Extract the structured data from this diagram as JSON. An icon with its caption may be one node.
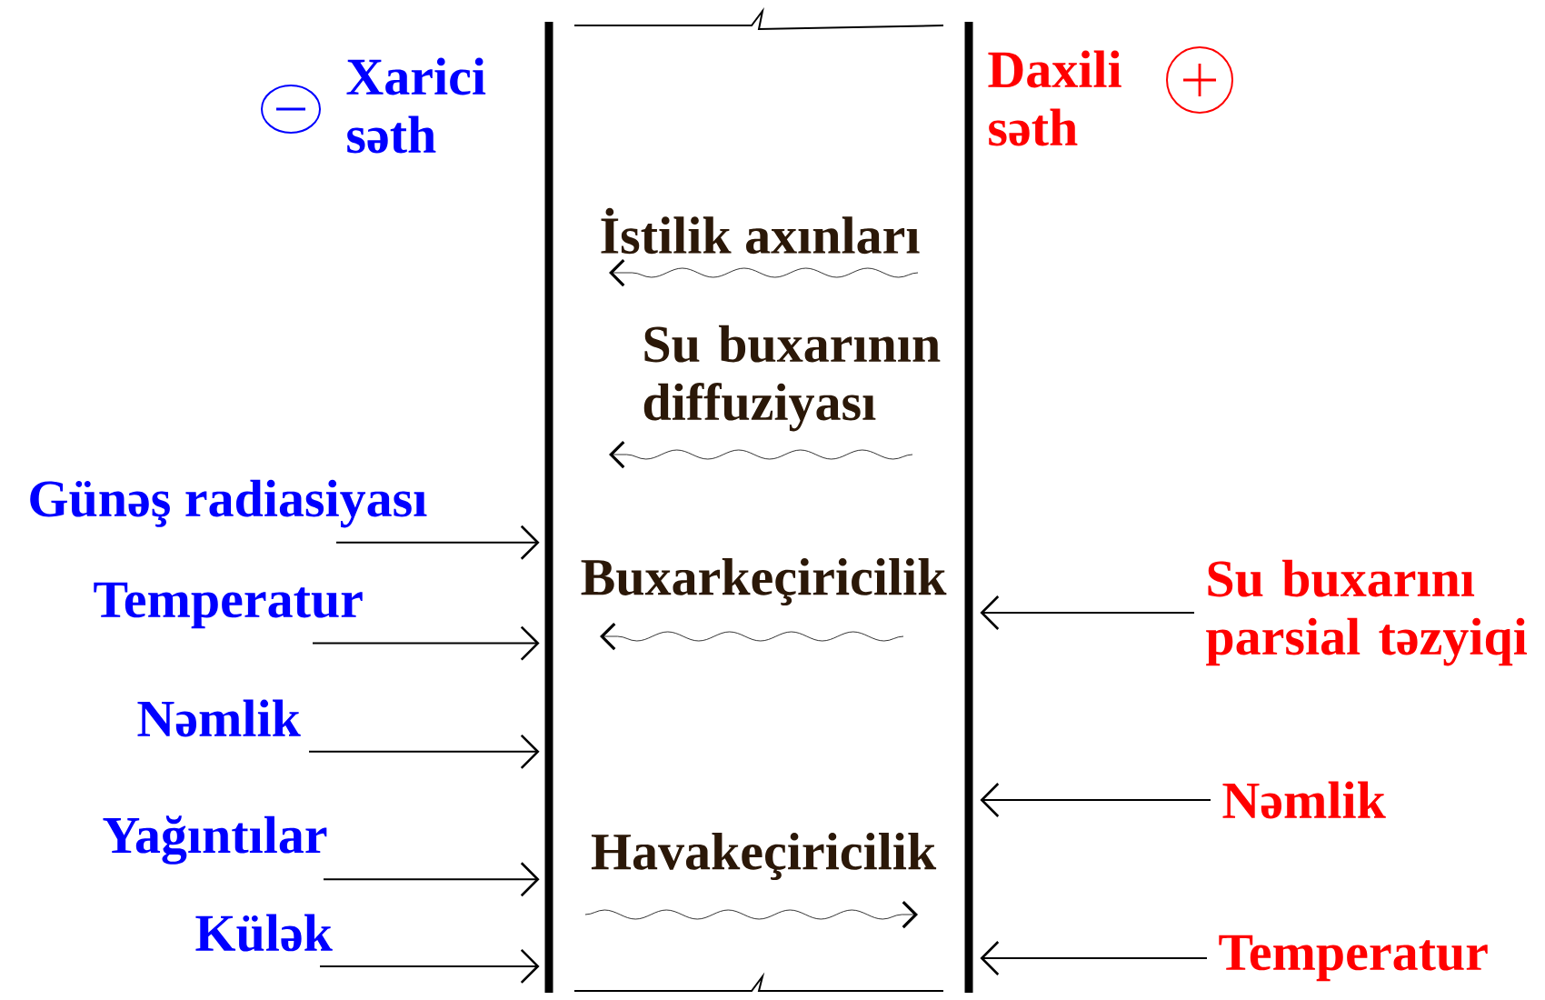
{
  "diagram": {
    "nodes": [
      {
        "text": [],
        "shape": "box"
      },
      {
        "text": [
          "Günəş radiasiyası"
        ]
      },
      {
        "text": [
          "Temperatur"
        ]
      },
      {
        "text": [
          "Nəmlik"
        ]
      },
      {
        "text": [
          "Yağıntılar"
        ]
      },
      {
        "text": [
          "Külək"
        ]
      },
      {
        "text": [
          "Su buxarını parsial təzyiqi"
        ]
      },
      {
        "text": [
          "Nəmlik"
        ]
      },
      {
        "text": [
          "Temperatur"
        ]
      }
    ],
    "edges": [
      {
        "from": 1,
        "to": 0,
        "arrow": "to"
      },
      {
        "from": 2,
        "to": 0,
        "arrow": "to"
      },
      {
        "from": 3,
        "to": 0,
        "arrow": "to"
      },
      {
        "from": 4,
        "to": 0,
        "arrow": "to"
      },
      {
        "from": 5,
        "to": 0,
        "arrow": "to"
      },
      {
        "from": 6,
        "to": 0,
        "arrow": "to"
      },
      {
        "from": 7,
        "to": 0,
        "arrow": "to"
      },
      {
        "from": 8,
        "to": 0,
        "arrow": "to"
      }
    ],
    "labels": [
      "Xarici səth",
      "Daxili səth",
      "İstilik axınları",
      "Su buxarının diffuziyası",
      "Buxarkeçiricilik",
      "Havakeçiricilik"
    ]
  }
}
